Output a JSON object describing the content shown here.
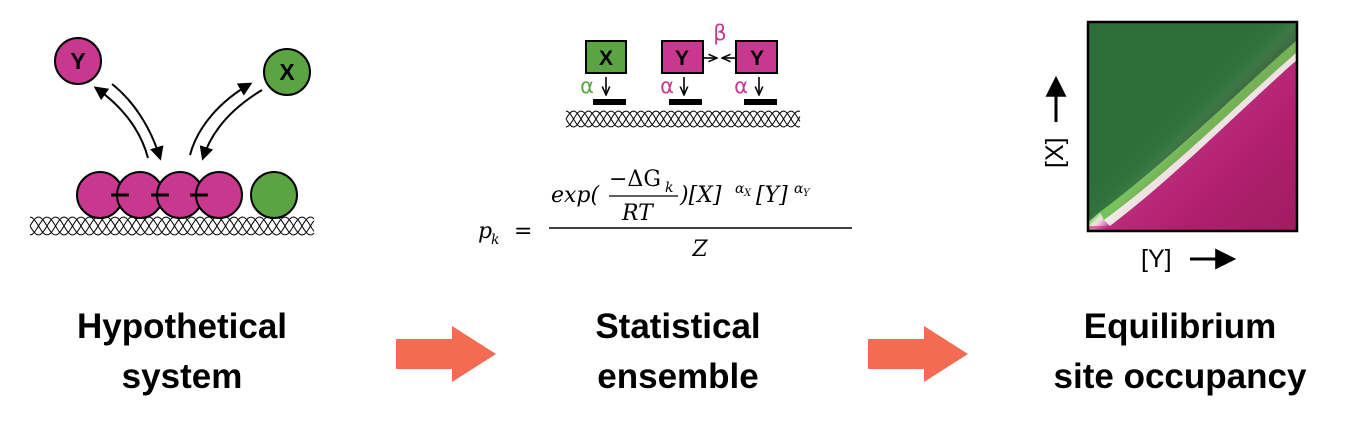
{
  "stages": [
    {
      "title_line1": "Hypothetical",
      "title_line2": "system"
    },
    {
      "title_line1": "Statistical",
      "title_line2": "ensemble"
    },
    {
      "title_line1": "Equilibrium",
      "title_line2": "site occupancy"
    }
  ],
  "species": {
    "y_label": "Y",
    "x_label": "X"
  },
  "ensemble": {
    "box_x": "X",
    "box_y1": "Y",
    "box_y2": "Y",
    "alpha": "α",
    "beta": "β"
  },
  "equation": {
    "lhs": "p",
    "lhs_sub": "k",
    "equals": "=",
    "exp": "exp(",
    "minus_delta": "−ΔG",
    "delta_sub": "k",
    "rt": "RT",
    "close": ")[X]",
    "alpha_x": "α",
    "alpha_x_sub": "X",
    "y_bracket": "[Y]",
    "alpha_y": "α",
    "alpha_y_sub": "Y",
    "denominator": "Z"
  },
  "heatmap": {
    "xlabel": "[Y]",
    "ylabel": "[X]"
  },
  "colors": {
    "magenta": "#c8388f",
    "green": "#5aa443",
    "arrow": "#f26b52",
    "heat_green": "#2f6e3a",
    "heat_magenta": "#a8175f"
  }
}
